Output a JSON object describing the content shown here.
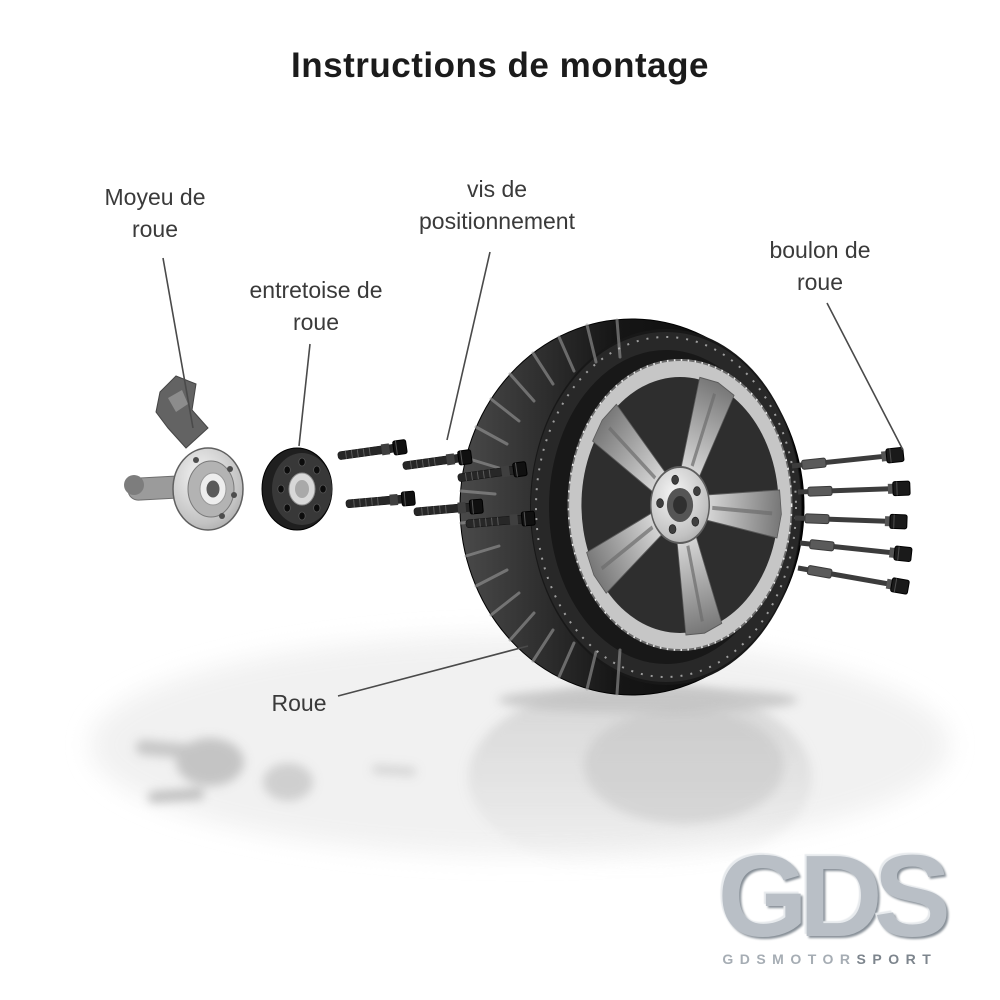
{
  "page": {
    "title": "Instructions de montage"
  },
  "diagram": {
    "labels": {
      "hub": "Moyeu de\nroue",
      "spacer": "entretoise de\nroue",
      "positioning_screws": "vis de\npositionnement",
      "wheel_bolt": "boulon de\nroue",
      "wheel": "Roue"
    }
  },
  "logo": {
    "text": "GDS",
    "subtext_primary": "GDSMOTOR",
    "subtext_accent": "SPORT"
  },
  "colors": {
    "title_text": "#1b1b1b",
    "label_text": "#3a3a3a",
    "logo_gray": "#b9bfc6",
    "tire_dark": "#111111",
    "rim_gray": "#c2c2c2"
  }
}
